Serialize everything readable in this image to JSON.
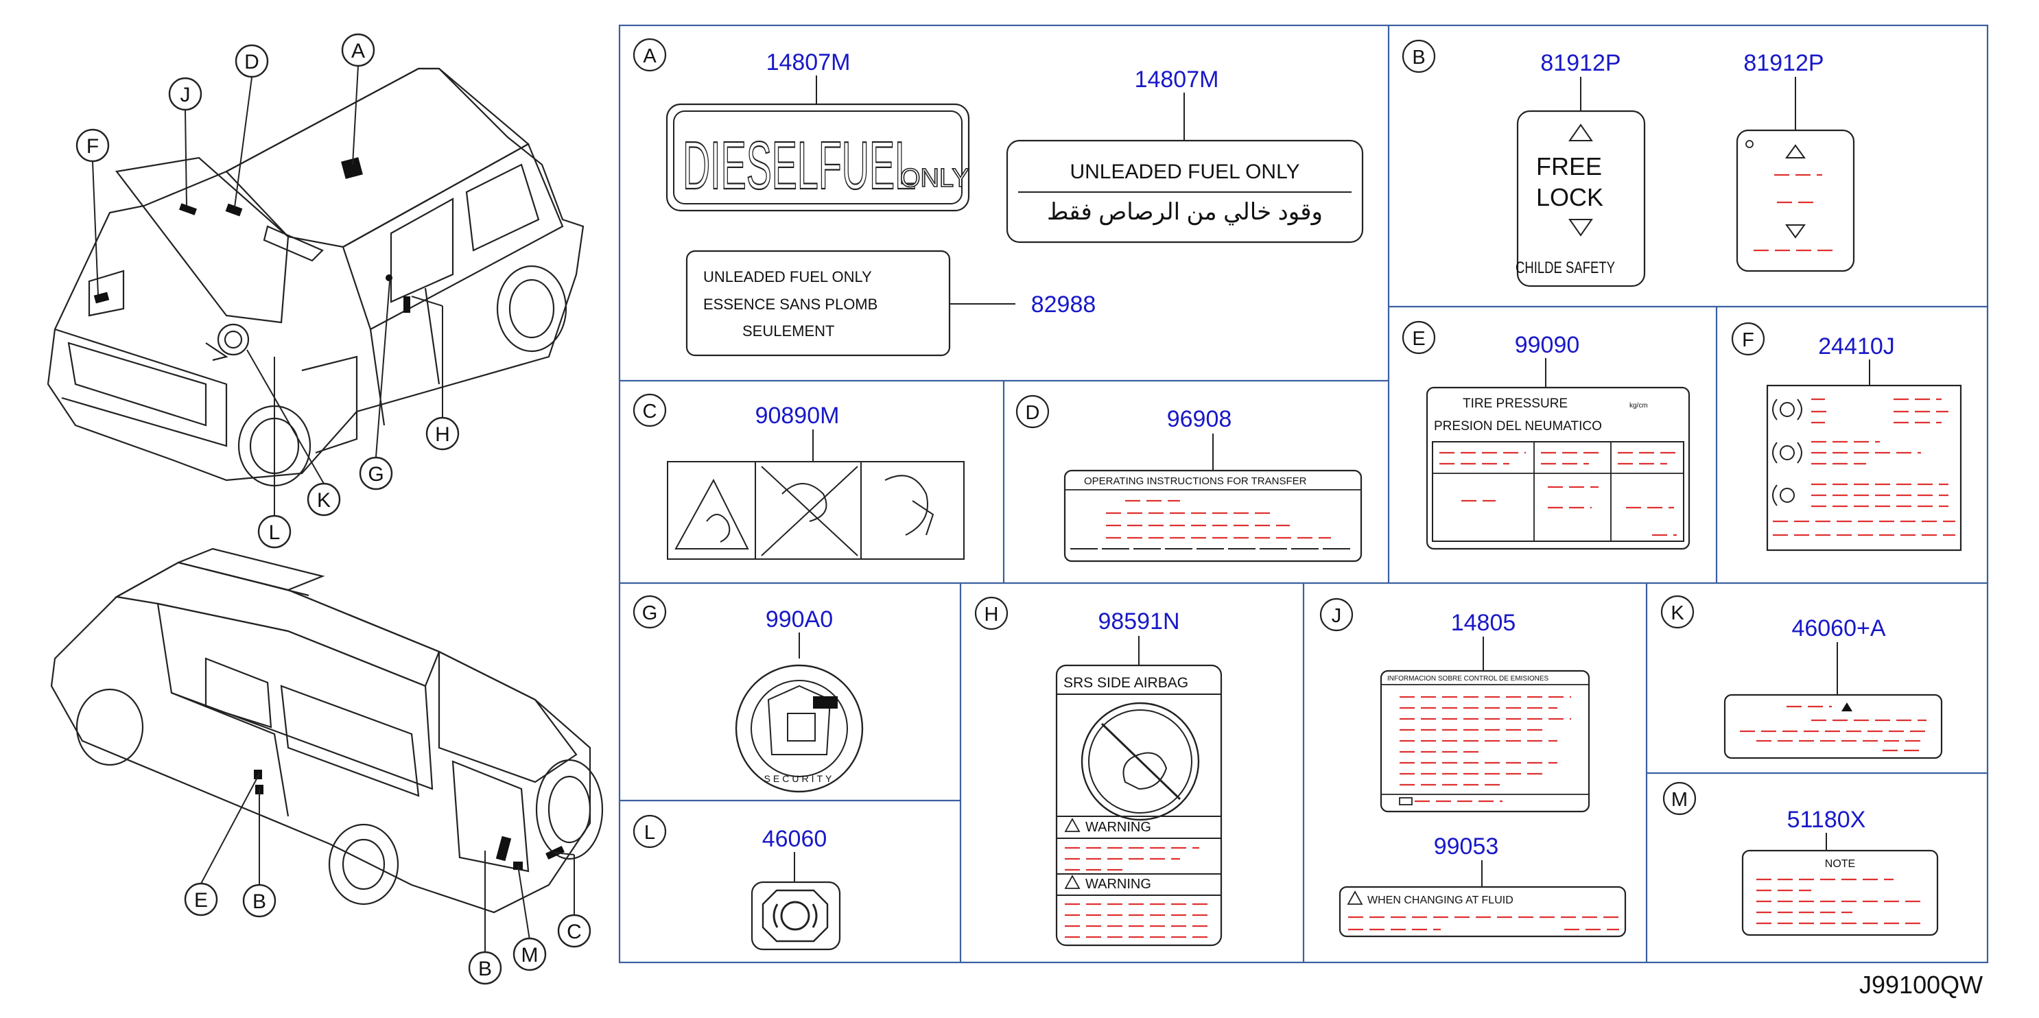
{
  "diagram_code": "J99100QW",
  "vehicle_front_callouts": [
    "A",
    "D",
    "J",
    "F",
    "G",
    "H",
    "K",
    "L"
  ],
  "vehicle_rear_callouts": [
    "E",
    "B",
    "B",
    "M",
    "C"
  ],
  "panels": {
    "A": {
      "letter": "A",
      "parts": [
        "14807M",
        "14807M",
        "82988"
      ],
      "diesel_text": "DIESELFUEL",
      "diesel_small": "ONLY",
      "unleaded_text": "UNLEADED   FUEL   ONLY",
      "arabic_text": "وقود خالي من الرصاص فقط",
      "essence_lines": [
        "UNLEADED   FUEL   ONLY",
        "ESSENCE   SANS   PLOMB",
        "SEULEMENT"
      ]
    },
    "B": {
      "letter": "B",
      "parts": [
        "81912P",
        "81912P"
      ],
      "lines": [
        "FREE",
        "LOCK",
        "CHILDE   SAFETY"
      ]
    },
    "C": {
      "letter": "C",
      "part": "90890M"
    },
    "D": {
      "letter": "D",
      "part": "96908",
      "header": "OPERATING    INSTRUCTIONS    FOR    TRANSFER"
    },
    "E": {
      "letter": "E",
      "part": "99090",
      "line1": "TIRE     PRESSURE",
      "line2": "PRESION    DEL    NEUMATICO",
      "unit": "kg/cm"
    },
    "F": {
      "letter": "F",
      "part": "24410J"
    },
    "G": {
      "letter": "G",
      "part": "990A0",
      "ring_text": "SECURITY"
    },
    "H": {
      "letter": "H",
      "part": "98591N",
      "title": "SRS   SIDE   AIRBAG",
      "warnings": [
        "WARNING",
        "WARNING"
      ]
    },
    "J": {
      "letter": "J",
      "parts": [
        "14805",
        "99053"
      ],
      "header": "INFORMACION    SOBRE    CONTROL    DE    EMISIONES",
      "fluid": "WHEN     CHANGING     AT     FLUID"
    },
    "K": {
      "letter": "K",
      "part": "46060+A"
    },
    "L": {
      "letter": "L",
      "part": "46060"
    },
    "M": {
      "letter": "M",
      "part": "51180X",
      "note": "NOTE"
    }
  }
}
